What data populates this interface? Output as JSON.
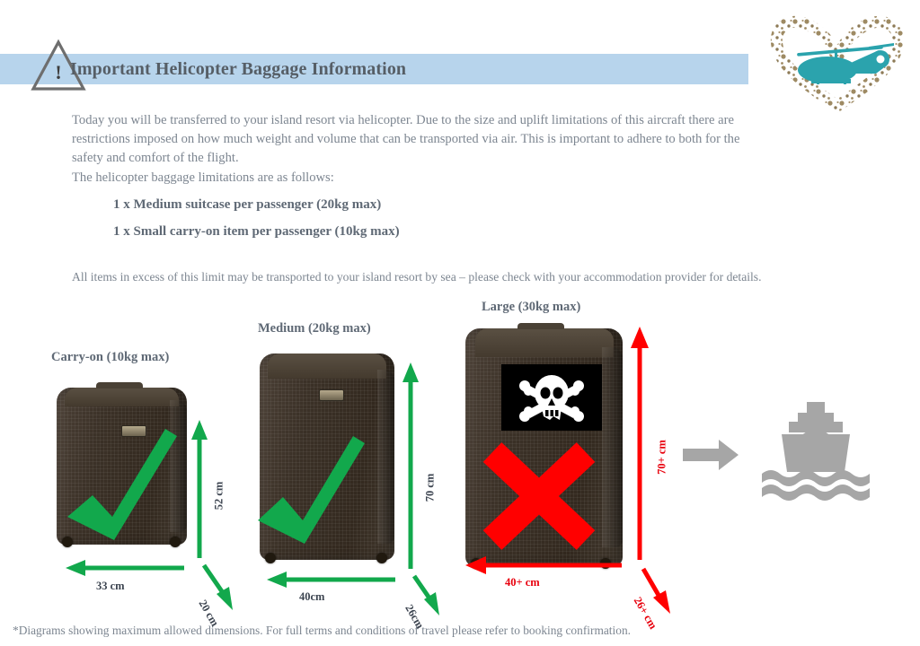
{
  "header": {
    "title": "Important Helicopter Baggage Information",
    "warning_icon": "warning-triangle-icon",
    "warning_glyph": "!",
    "band_color": "#b7d4ec"
  },
  "logo": {
    "name": "helicopter-heart-logo",
    "helicopter_color": "#2ba3ad",
    "heart_speckle_color": "#9e8a63"
  },
  "body": {
    "intro": "Today you will be transferred to your island resort via helicopter. Due to the size and uplift limitations of this aircraft there are restrictions imposed on how much weight and volume that can be transported via air. This is important to adhere to both for the safety and comfort of the flight.",
    "lead": "The helicopter baggage limitations are as follows:",
    "limits": [
      "1 x Medium suitcase per passenger (20kg max)",
      "1 x Small carry-on item per passenger (10kg max)"
    ],
    "excess_note": "All items in excess of this limit may be transported to your island resort by sea – please check with your accommodation provider for details.",
    "footnote": "*Diagrams showing maximum allowed dimensions. For full terms and conditions of travel please refer to booking confirmation."
  },
  "diagrams": {
    "allowed_color": "#12a84c",
    "denied_color": "#ff0000",
    "ship_color": "#a6a6a6",
    "items": [
      {
        "id": "carry-on",
        "title": "Carry-on (10kg max)",
        "height_label": "52 cm",
        "width_label": "33 cm",
        "depth_label": "20 cm",
        "status": "allowed",
        "marker": "green-check"
      },
      {
        "id": "medium",
        "title": "Medium (20kg max)",
        "height_label": "70 cm",
        "width_label": "40cm",
        "depth_label": "26cm",
        "status": "allowed",
        "marker": "green-check"
      },
      {
        "id": "large",
        "title": "Large (30kg max)",
        "height_label": "70+ cm",
        "width_label": "40+ cm",
        "depth_label": "26+ cm",
        "status": "denied",
        "marker": "red-cross",
        "flag": "skull-and-crossbones"
      }
    ],
    "sea_transfer": {
      "arrow": "right-arrow-icon",
      "ship": "ship-icon"
    }
  }
}
